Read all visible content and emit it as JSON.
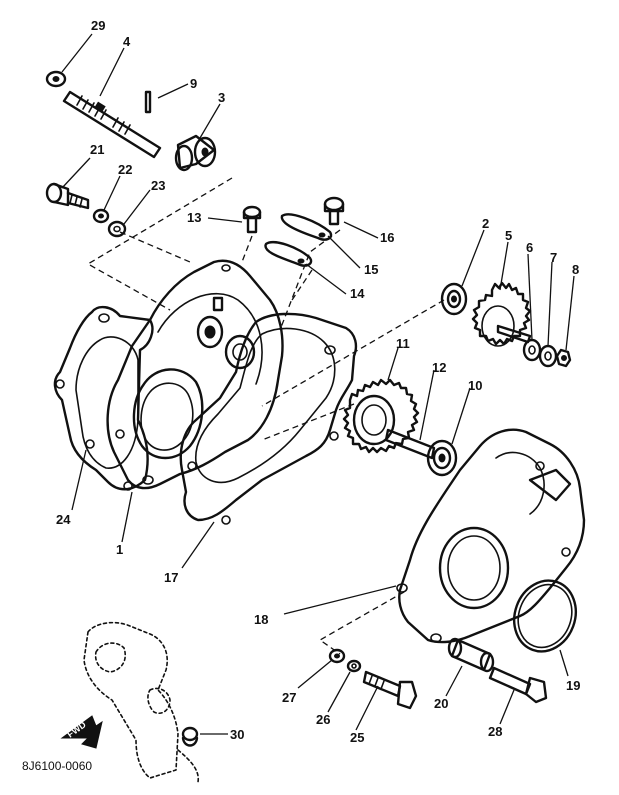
{
  "callouts": [
    "29",
    "4",
    "9",
    "3",
    "21",
    "22",
    "23",
    "13",
    "16",
    "15",
    "14",
    "2",
    "5",
    "6",
    "7",
    "8",
    "11",
    "12",
    "10",
    "24",
    "1",
    "17",
    "18",
    "19",
    "27",
    "26",
    "25",
    "20",
    "28",
    "30"
  ],
  "drawing_code": "8J6100-0060",
  "fwd_label": "FWD"
}
